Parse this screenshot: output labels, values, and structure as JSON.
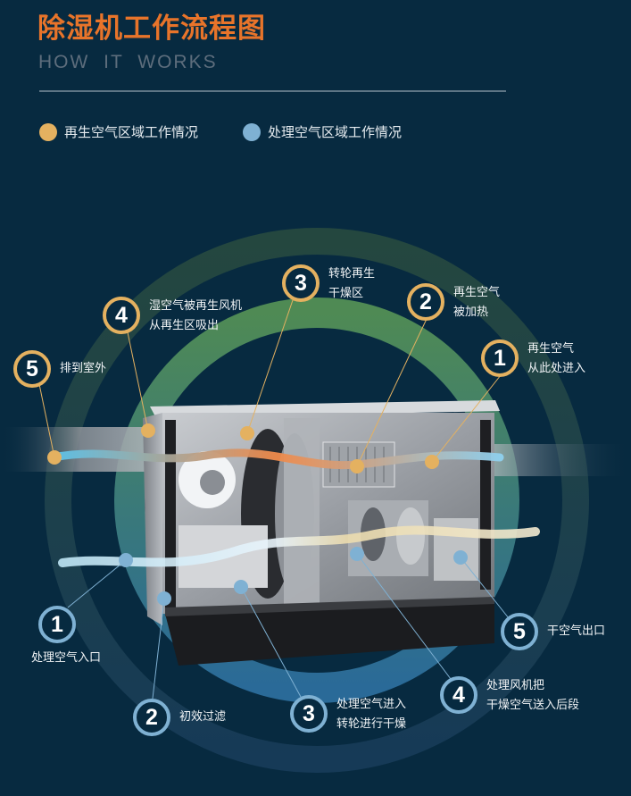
{
  "header": {
    "title": "除湿机工作流程图",
    "subtitle": "HOW IT WORKS"
  },
  "legend": [
    {
      "label": "再生空气区域工作情况",
      "color": "#e4b160"
    },
    {
      "label": "处理空气区域工作情况",
      "color": "#7fb1d3"
    }
  ],
  "colors": {
    "background": "#072a40",
    "title": "#e8742a",
    "regen": "#e4b160",
    "process": "#7fb1d3",
    "ring_green": "#4f8a54",
    "ring_blue": "#2f6e9b"
  },
  "regen_steps": [
    {
      "num": "1",
      "line1": "再生空气",
      "line2": "从此处进入"
    },
    {
      "num": "2",
      "line1": "再生空气",
      "line2": "被加热"
    },
    {
      "num": "3",
      "line1": "转轮再生",
      "line2": "干燥区"
    },
    {
      "num": "4",
      "line1": "湿空气被再生风机",
      "line2": "从再生区吸出"
    },
    {
      "num": "5",
      "line1": "排到室外",
      "line2": ""
    }
  ],
  "process_steps": [
    {
      "num": "1",
      "line1": "处理空气入口",
      "line2": ""
    },
    {
      "num": "2",
      "line1": "初效过滤",
      "line2": ""
    },
    {
      "num": "3",
      "line1": "处理空气进入",
      "line2": "转轮进行干燥"
    },
    {
      "num": "4",
      "line1": "处理风机把",
      "line2": "干燥空气送入后段"
    },
    {
      "num": "5",
      "line1": "干空气出口",
      "line2": ""
    }
  ]
}
